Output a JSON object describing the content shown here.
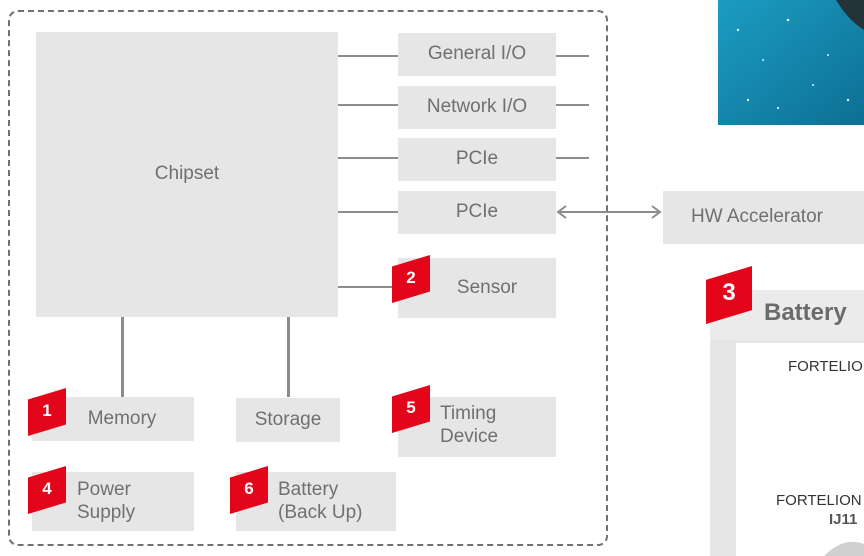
{
  "diagram": {
    "chipset": "Chipset",
    "io": {
      "general": "General I/O",
      "network": "Network I/O",
      "pcie1": "PCIe",
      "pcie2": "PCIe"
    },
    "hw_accelerator": "HW Accelerator",
    "components": [
      {
        "number": "1",
        "label": "Memory"
      },
      {
        "number": "2",
        "label": "Sensor"
      },
      {
        "number": "4",
        "label": "Power\nSupply"
      },
      {
        "number": "5",
        "label": "Timing\nDevice"
      },
      {
        "number": "6",
        "label": "Battery\n(Back Up)"
      }
    ],
    "storage": "Storage"
  },
  "battery_panel": {
    "number": "3",
    "title": "Battery",
    "line1": "FORTELIO",
    "line2": "FORTELION",
    "line3": "IJ11"
  },
  "colors": {
    "accent": "#e3061a",
    "box": "#e6e6e6",
    "text": "#707070",
    "photo": "#1aa6c8"
  }
}
